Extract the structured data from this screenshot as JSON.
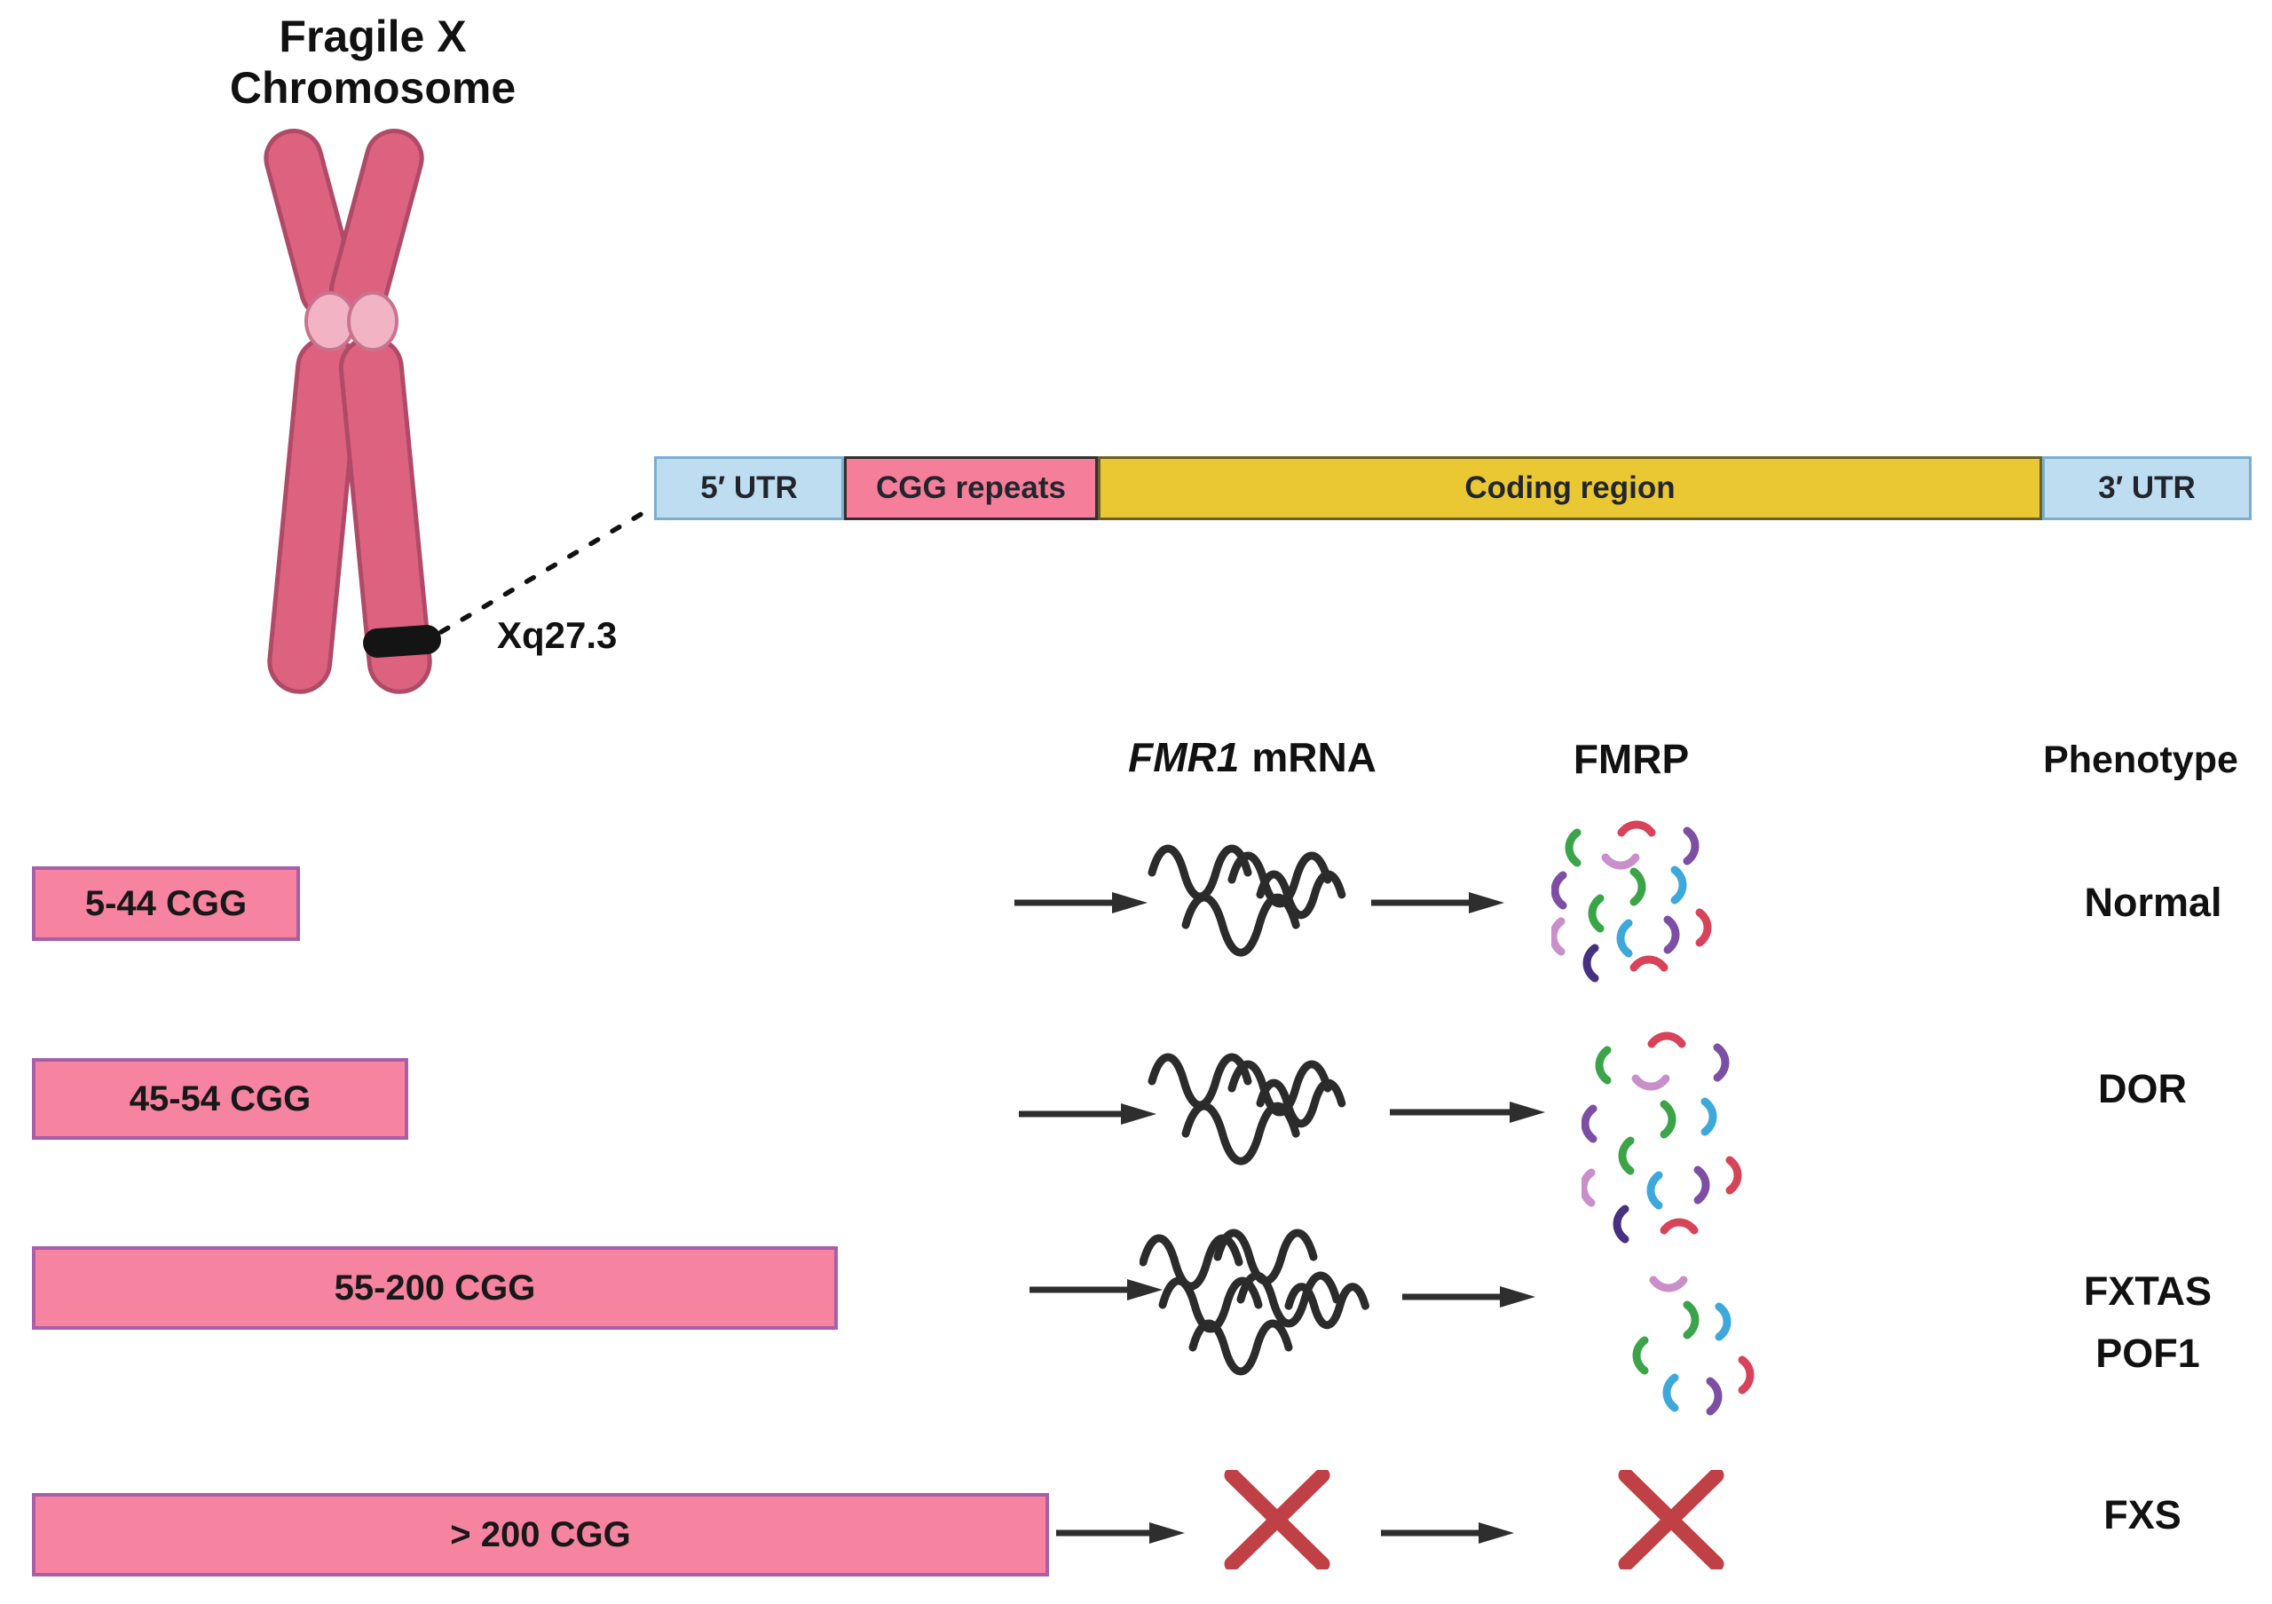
{
  "title": {
    "line1": "Fragile X",
    "line2": "Chromosome"
  },
  "chromosome": {
    "locus_label": "Xq27.3"
  },
  "gene_bar": {
    "segments": [
      {
        "id": "utr5",
        "label": "5′ UTR",
        "fill": "#bfddf1",
        "border": "#7baece"
      },
      {
        "id": "cgg",
        "label": "CGG repeats",
        "fill": "#f57f9b",
        "border": "#303030"
      },
      {
        "id": "coding",
        "label": "Coding region",
        "fill": "#e9c834",
        "border": "#6b6028"
      },
      {
        "id": "utr3",
        "label": "3′ UTR",
        "fill": "#bfddf1",
        "border": "#7baece"
      }
    ]
  },
  "column_headers": {
    "mrna_gene": "FMR1",
    "mrna_suffix": "mRNA",
    "fmrp": "FMRP",
    "phenotype": "Phenotype"
  },
  "rows": [
    {
      "repeats": "5-44 CGG",
      "mrna_level": "normal",
      "fmrp_level": "normal",
      "phenotype_lines": [
        "Normal"
      ]
    },
    {
      "repeats": "45-54 CGG",
      "mrna_level": "normal",
      "fmrp_level": "normal",
      "phenotype_lines": [
        "DOR"
      ]
    },
    {
      "repeats": "55-200 CGG",
      "mrna_level": "increased",
      "fmrp_level": "reduced",
      "phenotype_lines": [
        "FXTAS",
        "POF1"
      ]
    },
    {
      "repeats": "> 200 CGG",
      "mrna_level": "absent",
      "fmrp_level": "absent",
      "phenotype_lines": [
        "FXS"
      ]
    }
  ],
  "colors": {
    "repeat_bar_fill": "#f6839f",
    "repeat_bar_border": "#a85fa8",
    "chromosome_fill": "#dc6280",
    "chromosome_outline": "#af4b67",
    "centromere_fill": "#f2b4c4",
    "centromere_outline": "#c9738e",
    "band": "#141414",
    "arrow": "#2e2e2e",
    "mrna_strand": "#2b2b2b",
    "absent_x": "#bf4045",
    "protein_palette": {
      "green": "#3ba449",
      "red": "#d8435a",
      "purple": "#7c4fa5",
      "indigo": "#46307f",
      "plum": "#c98fcb",
      "blue": "#3fa8db"
    }
  }
}
